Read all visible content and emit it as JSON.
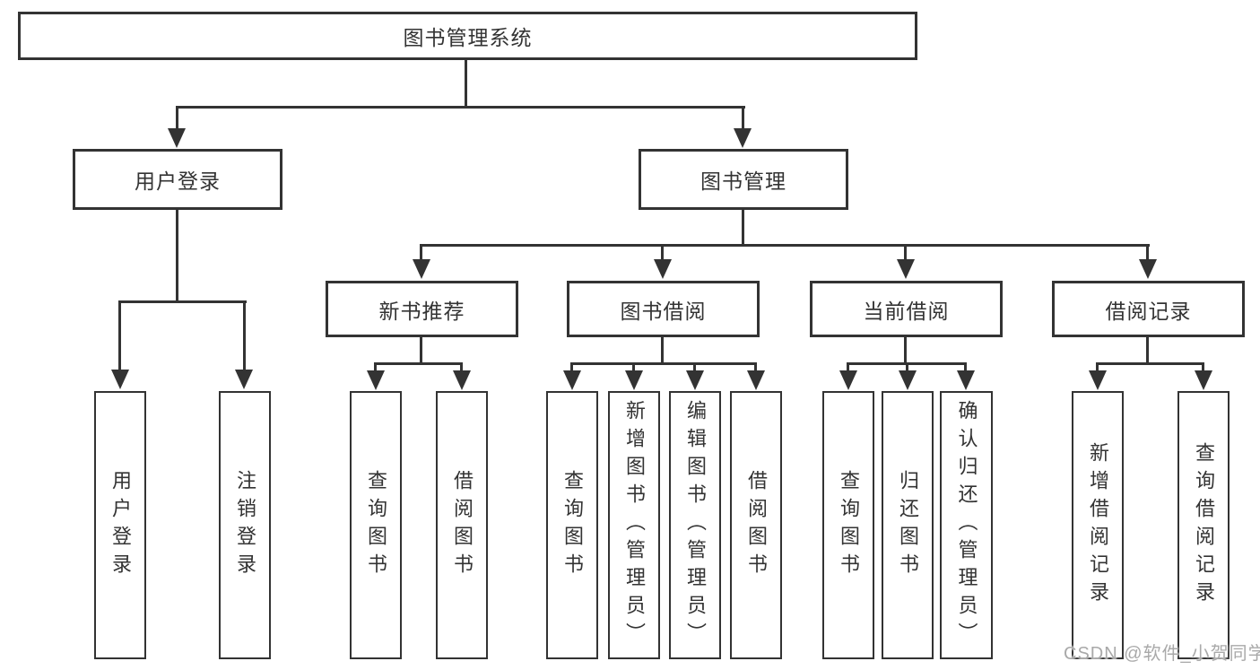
{
  "diagram": {
    "root": "图书管理系统",
    "branches": [
      {
        "label": "用户登录",
        "leaves": [
          "用户登录",
          "注销登录"
        ]
      },
      {
        "label": "图书管理",
        "children": [
          {
            "label": "新书推荐",
            "leaves": [
              "查询图书",
              "借阅图书"
            ]
          },
          {
            "label": "图书借阅",
            "leaves": [
              "查询图书",
              "新增图书（管理员）",
              "编辑图书（管理员）",
              "借阅图书"
            ]
          },
          {
            "label": "当前借阅",
            "leaves": [
              "查询图书",
              "归还图书",
              "确认归还（管理员）"
            ]
          },
          {
            "label": "借阅记录",
            "leaves": [
              "新增借阅记录",
              "查询借阅记录"
            ]
          }
        ]
      }
    ]
  },
  "colors": {
    "line": "#333333",
    "text": "#333333",
    "background": "#ffffff",
    "watermark": "#a9a9a9"
  },
  "watermark": {
    "text": "CSDN @软件_小贺同学"
  }
}
